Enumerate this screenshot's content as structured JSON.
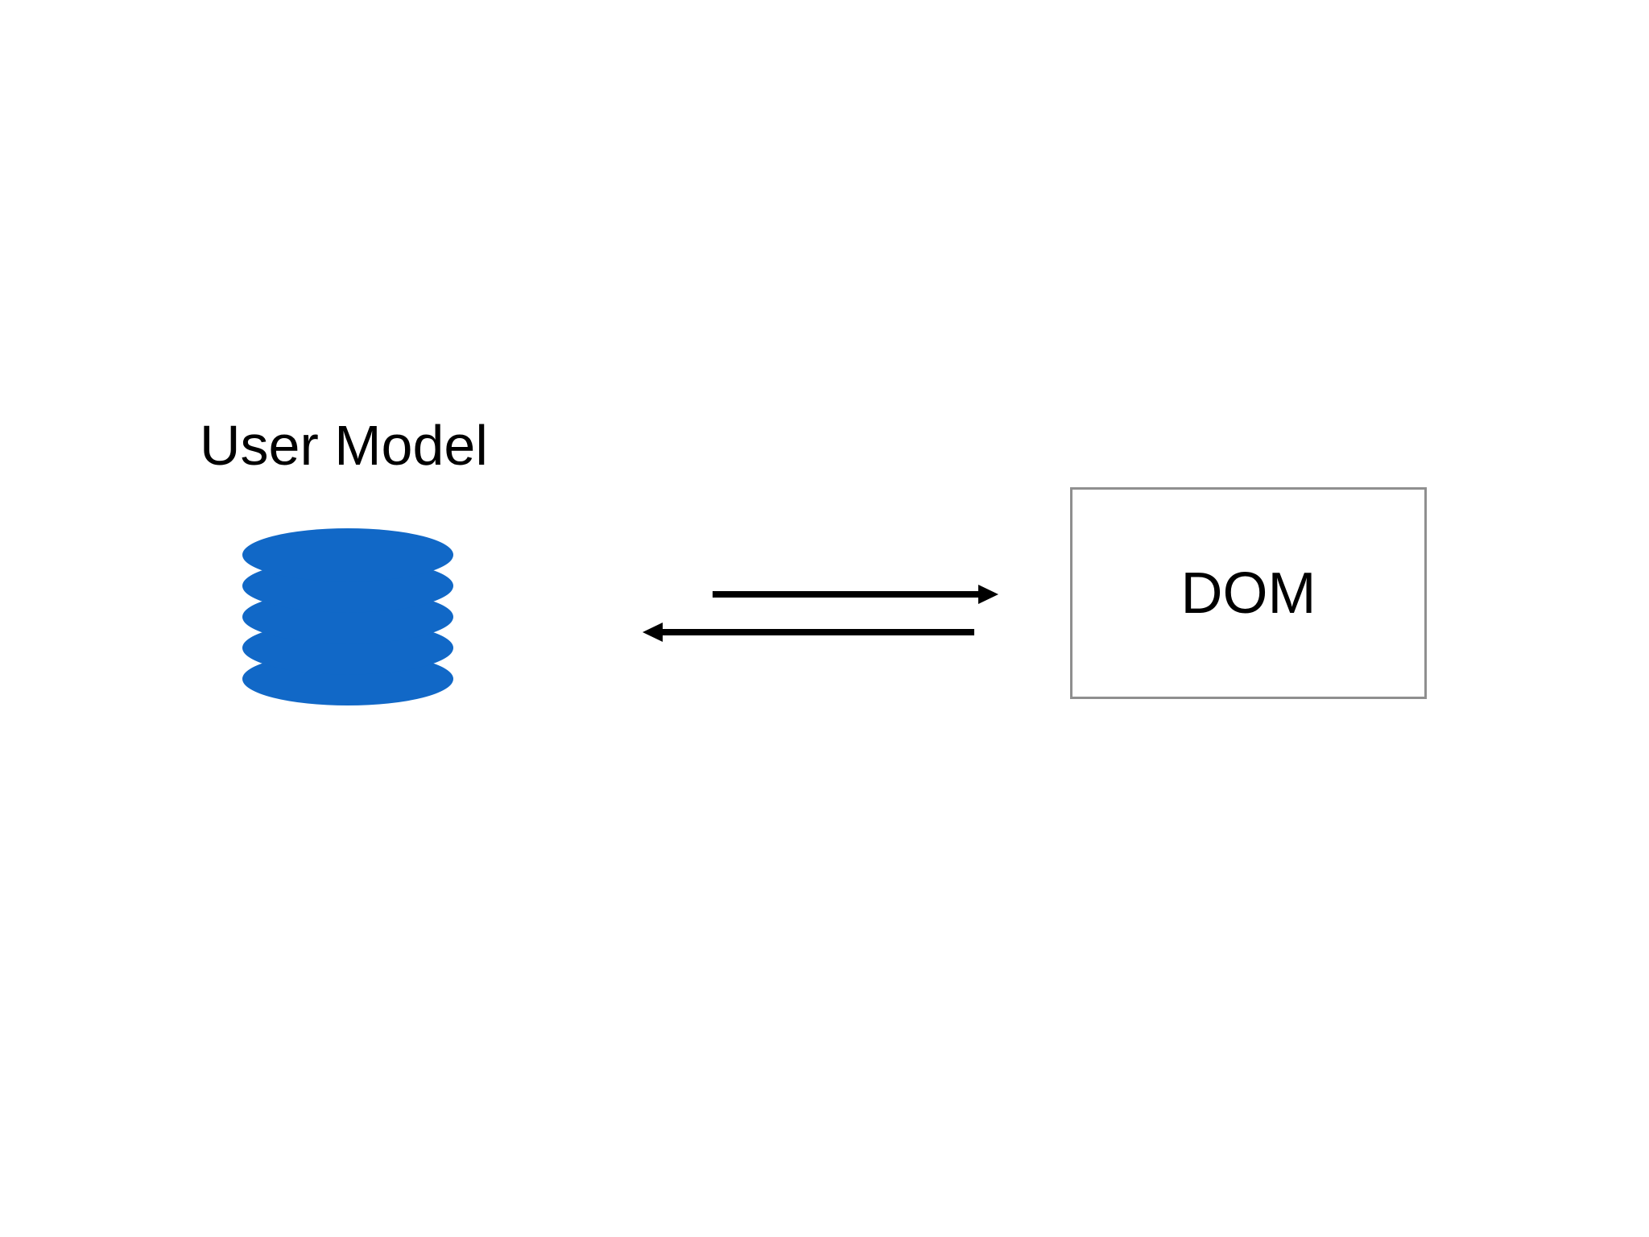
{
  "colors": {
    "background": "#ffffff",
    "accent-blue": "#1168c7",
    "arrow-black": "#000000",
    "box-border-gray": "#8f8f8f",
    "text-black": "#000000"
  },
  "diagram": {
    "user_model": {
      "label": "User Model",
      "icon": "database-icon"
    },
    "dom": {
      "label": "DOM"
    },
    "connection": {
      "direction": "bidirectional",
      "icons": [
        "right-arrow-icon",
        "left-arrow-icon"
      ]
    }
  }
}
